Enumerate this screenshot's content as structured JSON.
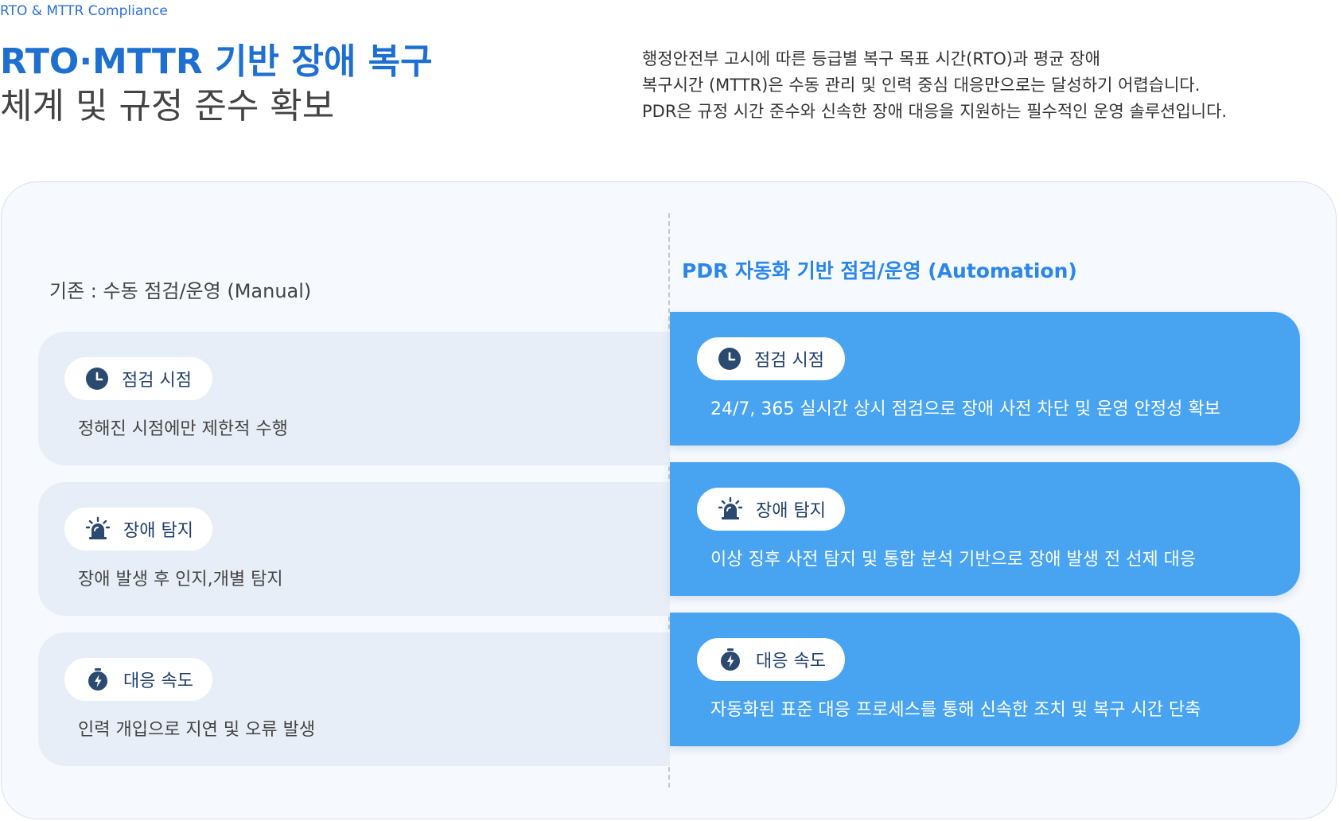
{
  "header": {
    "eyebrow": "RTO & MTTR Compliance",
    "title_line1": "RTO·MTTR 기반 장애 복구",
    "title_line2": "체계 및 규정 준수 확보",
    "description": [
      "행정안전부 고시에 따른 등급별 복구 목표 시간(RTO)과 평균 장애",
      "복구시간 (MTTR)은 수동 관리 및 인력 중심 대응만으로는 달성하기 어렵습니다.",
      "PDR은 규정 시간 준수와 신속한 장애 대응을 지원하는 필수적인 운영 솔루션입니다."
    ]
  },
  "manual": {
    "heading": "기존 : 수동 점검/운영 (Manual)",
    "items": [
      {
        "label": "점검 시점",
        "icon": "clock-icon",
        "text": "정해진 시점에만 제한적 수행"
      },
      {
        "label": "장애 탐지",
        "icon": "alarm-siren-icon",
        "text": "장애 발생 후 인지,개별 탐지"
      },
      {
        "label": "대응 속도",
        "icon": "stopwatch-bolt-icon",
        "text": "인력 개입으로 지연 및 오류 발생"
      }
    ]
  },
  "automation": {
    "heading": "PDR 자동화 기반 점검/운영 (Automation)",
    "items": [
      {
        "label": "점검 시점",
        "icon": "clock-icon",
        "text": "24/7, 365 실시간 상시 점검으로 장애 사전 차단 및 운영 안정성 확보"
      },
      {
        "label": "장애 탐지",
        "icon": "alarm-siren-icon",
        "text": "이상 징후 사전 탐지 및 통합 분석 기반으로 장애 발생 전 선제 대응"
      },
      {
        "label": "대응 속도",
        "icon": "stopwatch-bolt-icon",
        "text": "자동화된 표준 대응 프로세스를 통해 신속한 조치 및 복구 시간 단축"
      }
    ]
  },
  "colors": {
    "accent_blue": "#1d6fd0",
    "automation_card": "#48a4f0",
    "manual_card": "#e8eef7",
    "icon_navy": "#2b4a70"
  }
}
